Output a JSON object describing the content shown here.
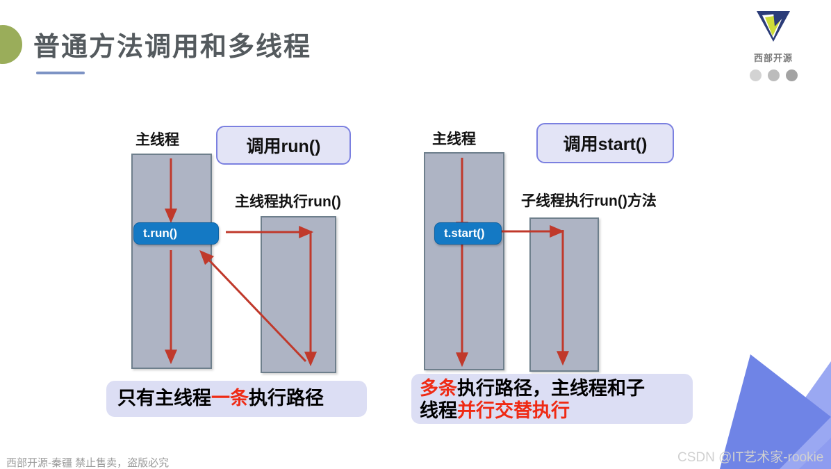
{
  "slide": {
    "title": "普通方法调用和多线程",
    "footer_note": "：西部开源-秦疆  禁止售卖，盗版必究",
    "watermark": "CSDN @IT艺术家-rookie"
  },
  "logo": {
    "name": "西部开源",
    "mark_icon": "triangle-arrow-logo-icon",
    "colors": {
      "navy": "#2b3c78",
      "yellow": "#cddc39",
      "dot_light": "#d3d3d3",
      "dot_mid": "#bcbcbc",
      "dot_dark": "#a3a3a3"
    }
  },
  "theme": {
    "title_color": "#545a5e",
    "underline_color": "#7d93c4",
    "green_circle": "#9aad5a",
    "thread_box_fill": "#aeb4c4",
    "thread_box_border": "#6e7f8c",
    "callout_fill": "#e3e4f6",
    "callout_border": "#7b80e0",
    "badge_fill": "#1479c4",
    "arrow_color": "#c0392b",
    "caption_fill": "#dcdef4",
    "highlight_red": "#ef2a14",
    "deco_blue_dark": "#6b7fe0",
    "deco_blue_light": "#8e9cf0"
  },
  "diagrams": [
    {
      "id": "run-diagram",
      "main_thread_label": "主线程",
      "callout_label": "调用run()",
      "exec_label": "主线程执行run()",
      "badge_label": "t.run()",
      "caption": {
        "parts": [
          {
            "text": "只有主线程",
            "highlight": false
          },
          {
            "text": "一条",
            "highlight": true
          },
          {
            "text": "执行路径",
            "highlight": false
          }
        ]
      }
    },
    {
      "id": "start-diagram",
      "main_thread_label": "主线程",
      "callout_label": "调用start()",
      "exec_label": "子线程执行run()方法",
      "badge_label": "t.start()",
      "caption": {
        "line1": [
          {
            "text": "多条",
            "highlight": true
          },
          {
            "text": "执行路径，主线程和子",
            "highlight": false
          }
        ],
        "line2": [
          {
            "text": "线程",
            "highlight": false
          },
          {
            "text": "并行交替执行",
            "highlight": true
          }
        ]
      }
    }
  ]
}
